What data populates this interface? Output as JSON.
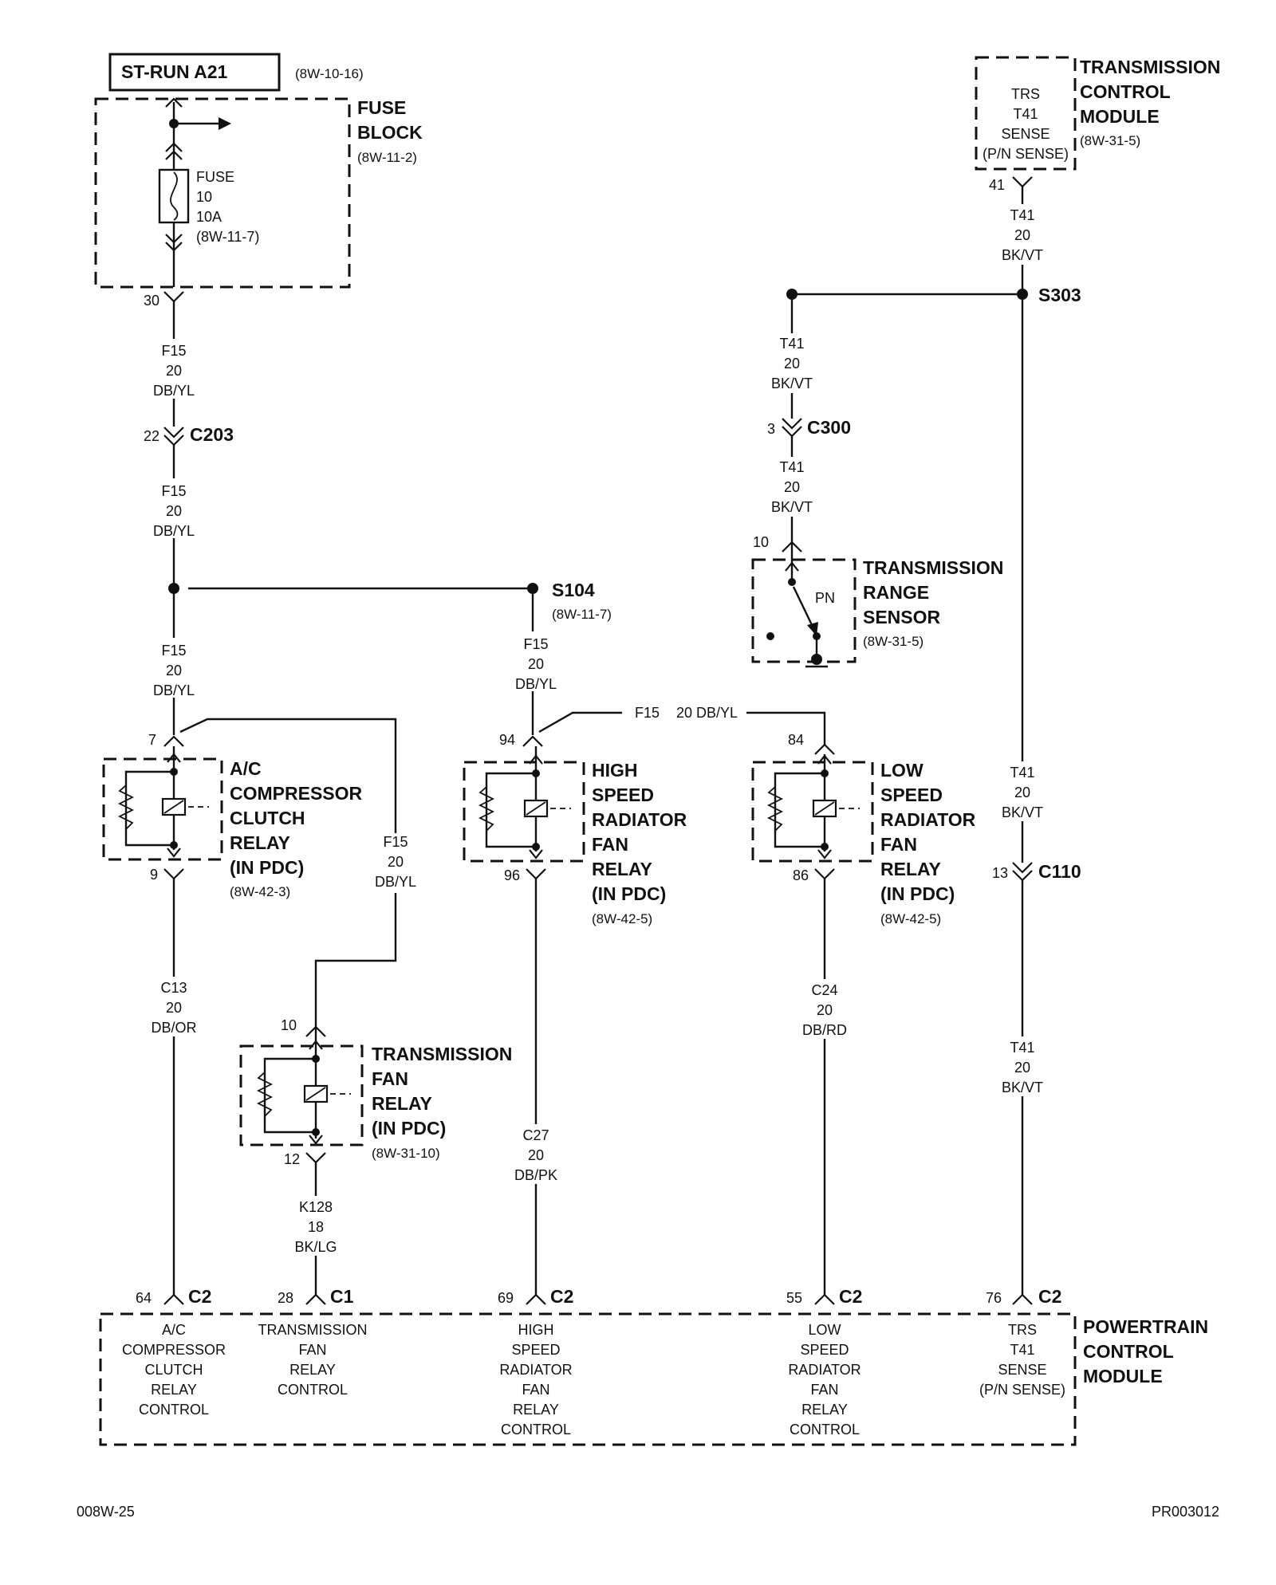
{
  "header_box": "ST-RUN A21",
  "header_ref": "(8W-10-16)",
  "fuse_block": {
    "title": [
      "FUSE",
      "BLOCK"
    ],
    "ref": "(8W-11-2)",
    "fuse_lines": [
      "FUSE",
      "10",
      "10A",
      "(8W-11-7)"
    ],
    "pin": "30"
  },
  "tcm": {
    "title": [
      "TRANSMISSION",
      "CONTROL",
      "MODULE"
    ],
    "ref": "(8W-31-5)",
    "inner": [
      "TRS",
      "T41",
      "SENSE",
      "(P/N SENSE)"
    ],
    "pin": "41"
  },
  "wires": {
    "f15_1": [
      "F15",
      "20",
      "DB/YL"
    ],
    "f15_2": [
      "F15",
      "20",
      "DB/YL"
    ],
    "f15_3": [
      "F15",
      "20",
      "DB/YL"
    ],
    "f15_4": [
      "F15",
      "20",
      "DB/YL"
    ],
    "f15_5": [
      "F15",
      "20",
      "DB/YL"
    ],
    "f15_h1": "F15",
    "f15_h2": "20 DB/YL",
    "t41_1": [
      "T41",
      "20",
      "BK/VT"
    ],
    "t41_2": [
      "T41",
      "20",
      "BK/VT"
    ],
    "t41_3": [
      "T41",
      "20",
      "BK/VT"
    ],
    "t41_4": [
      "T41",
      "20",
      "BK/VT"
    ],
    "t41_5": [
      "T41",
      "20",
      "BK/VT"
    ],
    "c13": [
      "C13",
      "20",
      "DB/OR"
    ],
    "k128": [
      "K128",
      "18",
      "BK/LG"
    ],
    "c27": [
      "C27",
      "20",
      "DB/PK"
    ],
    "c24": [
      "C24",
      "20",
      "DB/RD"
    ]
  },
  "connectors": {
    "c203": {
      "pin": "22",
      "name": "C203"
    },
    "c300": {
      "pin": "3",
      "name": "C300"
    },
    "c110": {
      "pin": "13",
      "name": "C110"
    }
  },
  "splices": {
    "s104": {
      "name": "S104",
      "ref": "(8W-11-7)"
    },
    "s303": {
      "name": "S303"
    }
  },
  "trs": {
    "title": [
      "TRANSMISSION",
      "RANGE",
      "SENSOR"
    ],
    "ref": "(8W-31-5)",
    "pin": "10",
    "switch_label": "PN"
  },
  "ac_relay": {
    "title": [
      "A/C",
      "COMPRESSOR",
      "CLUTCH",
      "RELAY",
      "(IN PDC)"
    ],
    "ref": "(8W-42-3)",
    "pin_top": "7",
    "pin_bot": "9"
  },
  "hs_relay": {
    "title": [
      "HIGH",
      "SPEED",
      "RADIATOR",
      "FAN",
      "RELAY",
      "(IN PDC)"
    ],
    "ref": "(8W-42-5)",
    "pin_top": "94",
    "pin_bot": "96"
  },
  "ls_relay": {
    "title": [
      "LOW",
      "SPEED",
      "RADIATOR",
      "FAN",
      "RELAY",
      "(IN PDC)"
    ],
    "ref": "(8W-42-5)",
    "pin_top": "84",
    "pin_bot": "86"
  },
  "tf_relay": {
    "title": [
      "TRANSMISSION",
      "FAN",
      "RELAY",
      "(IN PDC)"
    ],
    "ref": "(8W-31-10)",
    "pin_top": "10",
    "pin_bot": "12"
  },
  "pcm": {
    "title": [
      "POWERTRAIN",
      "CONTROL",
      "MODULE"
    ],
    "pins": [
      {
        "pin": "64",
        "conn": "C2",
        "lines": [
          "A/C",
          "COMPRESSOR",
          "CLUTCH",
          "RELAY",
          "CONTROL"
        ]
      },
      {
        "pin": "28",
        "conn": "C1",
        "lines": [
          "TRANSMISSION",
          "FAN",
          "RELAY",
          "CONTROL"
        ]
      },
      {
        "pin": "69",
        "conn": "C2",
        "lines": [
          "HIGH",
          "SPEED",
          "RADIATOR",
          "FAN",
          "RELAY",
          "CONTROL"
        ]
      },
      {
        "pin": "55",
        "conn": "C2",
        "lines": [
          "LOW",
          "SPEED",
          "RADIATOR",
          "FAN",
          "RELAY",
          "CONTROL"
        ]
      },
      {
        "pin": "76",
        "conn": "C2",
        "lines": [
          "TRS",
          "T41",
          "SENSE",
          "(P/N SENSE)"
        ]
      }
    ]
  },
  "footer_left": "008W-25",
  "footer_right": "PR003012"
}
